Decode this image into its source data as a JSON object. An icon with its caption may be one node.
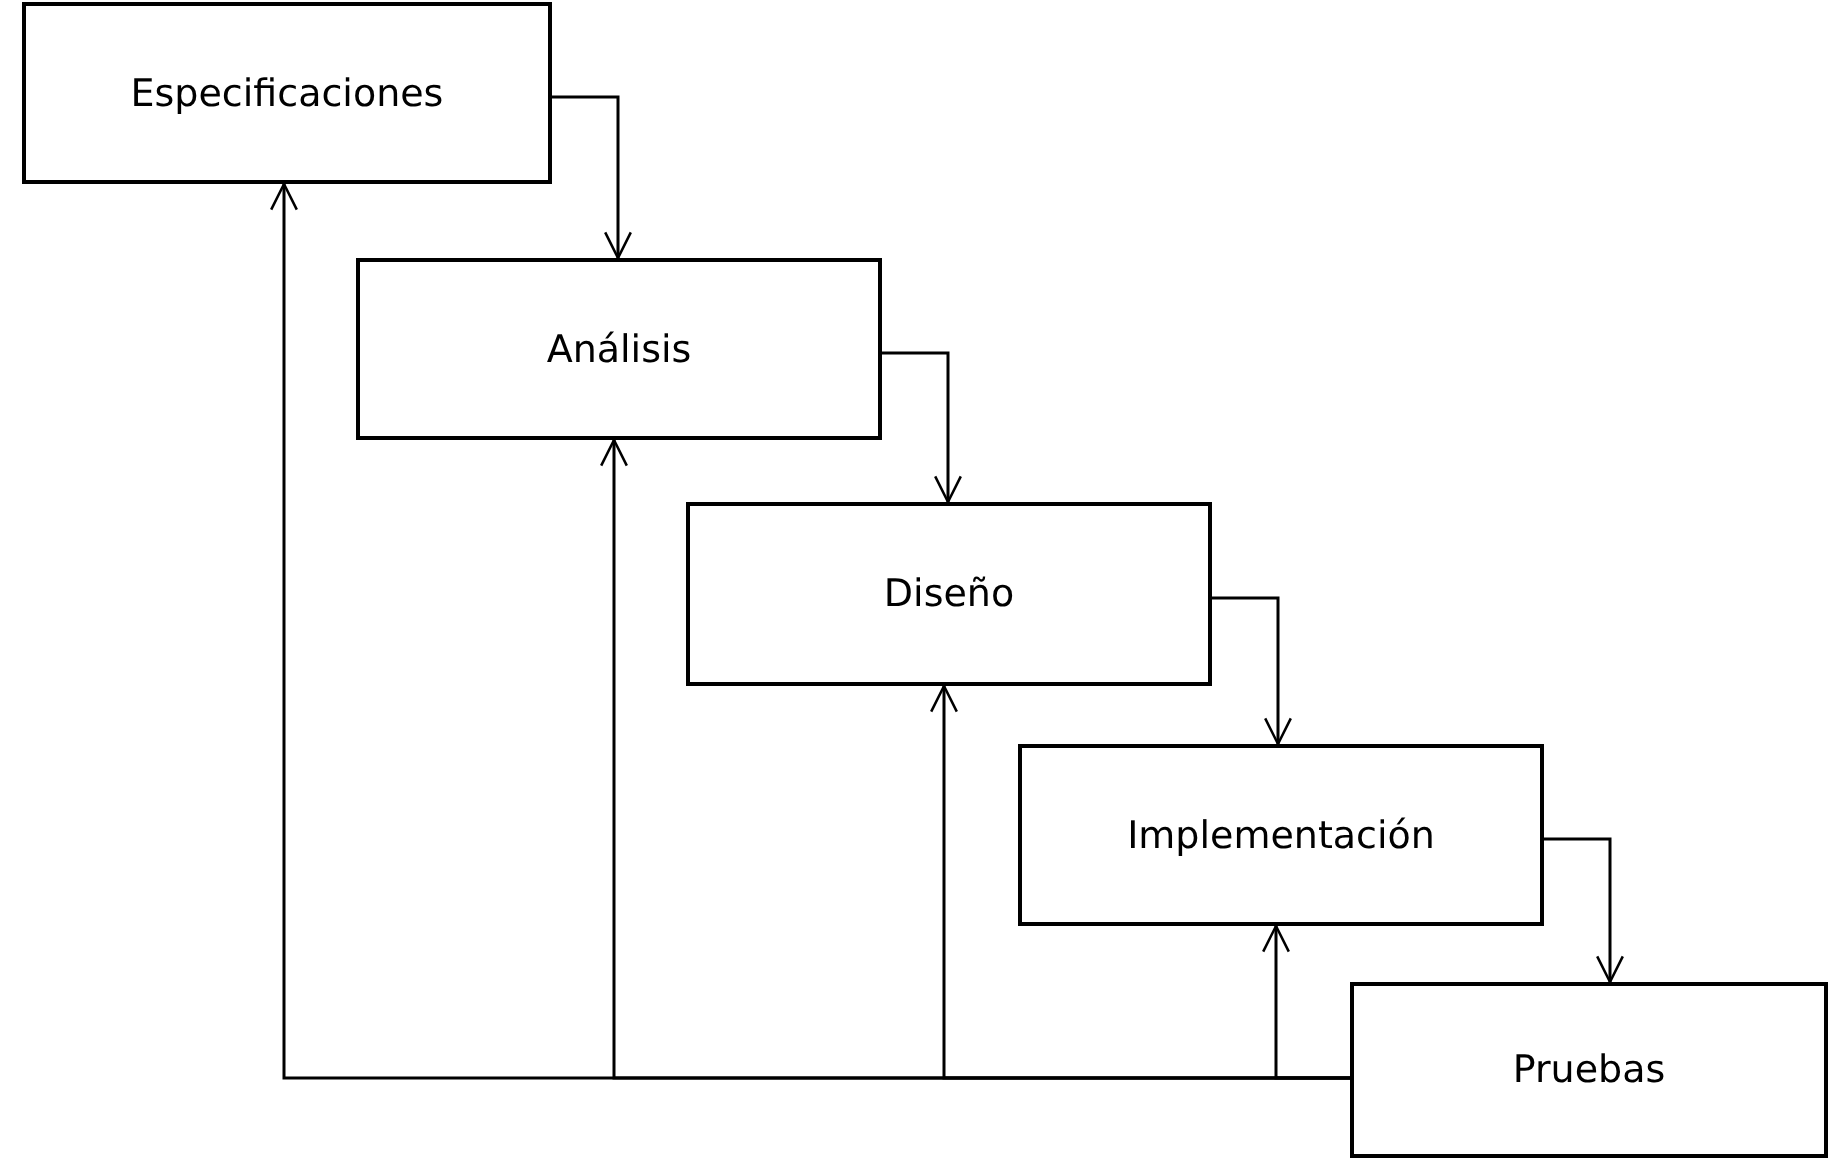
{
  "diagram": {
    "nodes": [
      {
        "text": [
          "Especificaciones"
        ]
      },
      {
        "text": [
          "Análisis"
        ]
      },
      {
        "text": [
          "Diseño"
        ]
      },
      {
        "text": [
          "Implementación"
        ]
      },
      {
        "text": [
          "Pruebas"
        ]
      }
    ],
    "edges": [
      {
        "from": 0,
        "to": 1,
        "arrow": "to"
      },
      {
        "from": 1,
        "to": 2,
        "arrow": "to"
      },
      {
        "from": 2,
        "to": 3,
        "arrow": "to"
      },
      {
        "from": 3,
        "to": 4,
        "arrow": "to"
      },
      {
        "from": 4,
        "to": 0,
        "arrow": "to"
      },
      {
        "from": 4,
        "to": 1,
        "arrow": "to"
      },
      {
        "from": 4,
        "to": 2,
        "arrow": "to"
      },
      {
        "from": 4,
        "to": 3,
        "arrow": "to"
      }
    ]
  }
}
